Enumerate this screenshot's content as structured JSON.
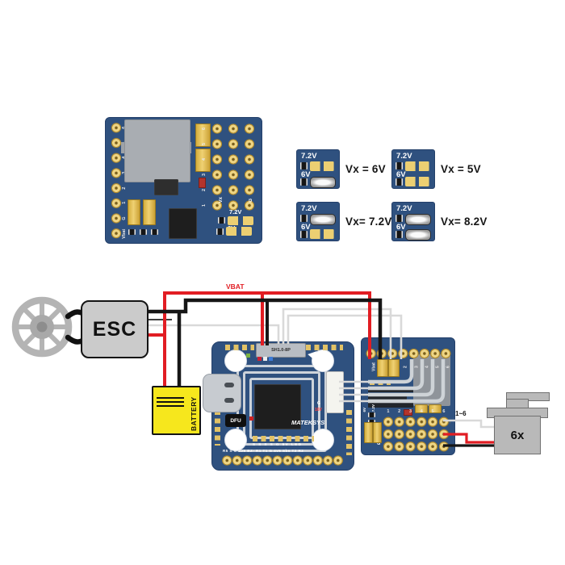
{
  "labels": {
    "esc": "ESC",
    "battery": "BATTERY",
    "servo_qty": "6x",
    "servo_signal_range": "1~6",
    "vbat_rail": "VBAT"
  },
  "pdb_back": {
    "left_pins": [
      "6",
      "5",
      "4",
      "3",
      "2",
      "1",
      "G",
      "Vbat"
    ],
    "right_rows": [
      "6",
      "5",
      "4",
      "3",
      "2",
      "1"
    ],
    "vx_label": "Vx",
    "g_label": "G",
    "sel_top": "7.2V",
    "sel_bottom": "6V"
  },
  "jumper_options": [
    {
      "top": "7.2V",
      "bottom": "6V",
      "top_state": "open",
      "bottom_state": "bridged",
      "result": "Vx = 6V"
    },
    {
      "top": "7.2V",
      "bottom": "6V",
      "top_state": "open",
      "bottom_state": "open",
      "result": "Vx = 5V"
    },
    {
      "top": "7.2V",
      "bottom": "6V",
      "top_state": "bridged",
      "bottom_state": "open",
      "result": "Vx= 7.2V"
    },
    {
      "top": "7.2V",
      "bottom": "6V",
      "top_state": "bridged",
      "bottom_state": "bridged",
      "result": "Vx= 8.2V"
    }
  ],
  "fc": {
    "top_connector": "SH1.0-8P",
    "dfu_button": "DFU",
    "brand": "MATEKSYS",
    "conn_g": "G",
    "conn_16v": "16V",
    "inner_pad_row": "S S S S G 5V LED",
    "bottom_pad_row": "R5 S G 4v5 BZ-  R1 T1  G 4v5 Sbs T2 R2"
  },
  "servo_board": {
    "top_pins": [
      "Vbat",
      "G",
      "1",
      "2",
      "3",
      "4",
      "5",
      "6"
    ],
    "grid_cols": [
      "1",
      "2",
      "3",
      "4",
      "5",
      "6"
    ],
    "row_vx": "Vx",
    "row_g": "G",
    "jumper_left": "6V",
    "jumper_right": "7.2V"
  },
  "colors": {
    "pcb_blue": "#2f517f",
    "pad_gold": "#e7cb6e",
    "wire_red": "#e11d23",
    "wire_black": "#161616",
    "wire_gray": "#d9d9d9",
    "battery_yellow": "#f6e71d",
    "device_gray": "#c9c9c9"
  }
}
